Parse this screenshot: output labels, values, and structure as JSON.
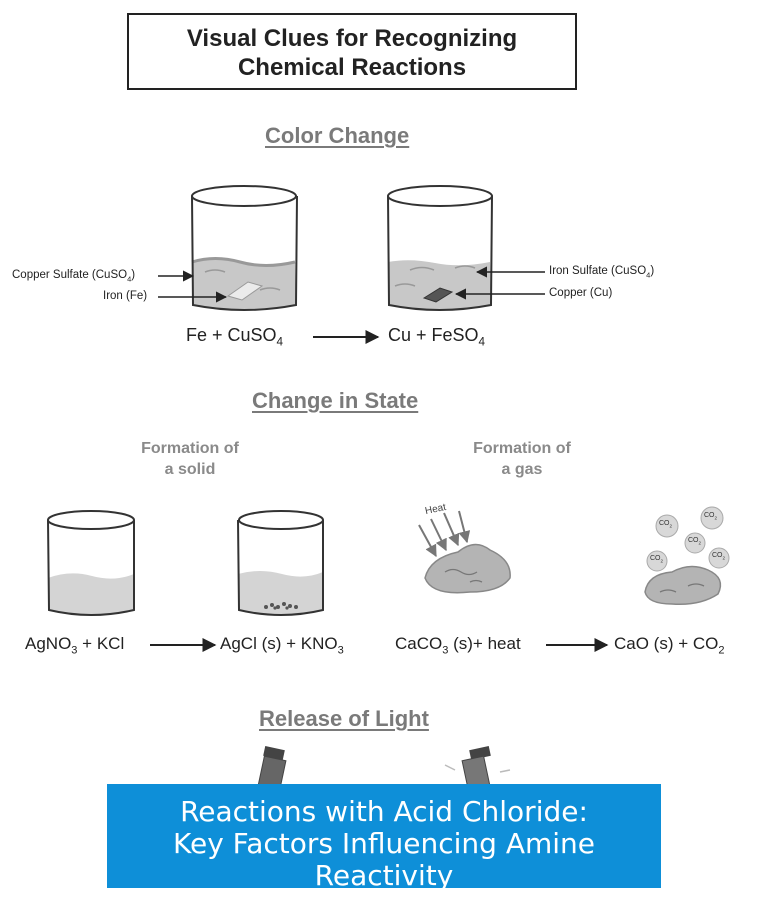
{
  "title": {
    "line1": "Visual Clues for Recognizing",
    "line2": "Chemical Reactions"
  },
  "sections": {
    "color_change": {
      "heading": "Color Change",
      "left_labels": {
        "copper_sulfate": "Copper Sulfate (CuSO",
        "copper_sulfate_sub": "4",
        "copper_sulfate_end": ")",
        "iron": "Iron (Fe)"
      },
      "right_labels": {
        "iron_sulfate": "Iron Sulfate (CuSO",
        "iron_sulfate_sub": "4",
        "iron_sulfate_end": ")",
        "copper": "Copper (Cu)"
      },
      "equation": {
        "left": "Fe + CuSO",
        "left_sub": "4",
        "right": "Cu + FeSO",
        "right_sub": "4"
      }
    },
    "change_in_state": {
      "heading": "Change in State",
      "solid": {
        "line1": "Formation of",
        "line2": "a solid"
      },
      "gas": {
        "line1": "Formation of",
        "line2": "a gas"
      },
      "heat_label": "Heat",
      "co2_label": "CO",
      "co2_sub": "2",
      "equation_solid": {
        "a": "AgNO",
        "a_sub": "3",
        "b": " + KCl",
        "c": "AgCl (s) + KNO",
        "c_sub": "3"
      },
      "equation_gas": {
        "a": "CaCO",
        "a_sub": "3",
        "b": " (s)+ heat",
        "c": "CaO (s) + CO",
        "c_sub": "2"
      }
    },
    "release_of_light": {
      "heading": "Release of Light"
    }
  },
  "banner": {
    "line1": "Reactions with Acid Chloride:",
    "line2": "Key Factors Influencing Amine",
    "line3": "Reactivity",
    "color": "#0e8fd8"
  },
  "colors": {
    "liquid": "#c8c8c8",
    "liquid_dark": "#a9a9a9",
    "heading_gray": "#7a7a7a",
    "rock": "#b4b4b4"
  }
}
